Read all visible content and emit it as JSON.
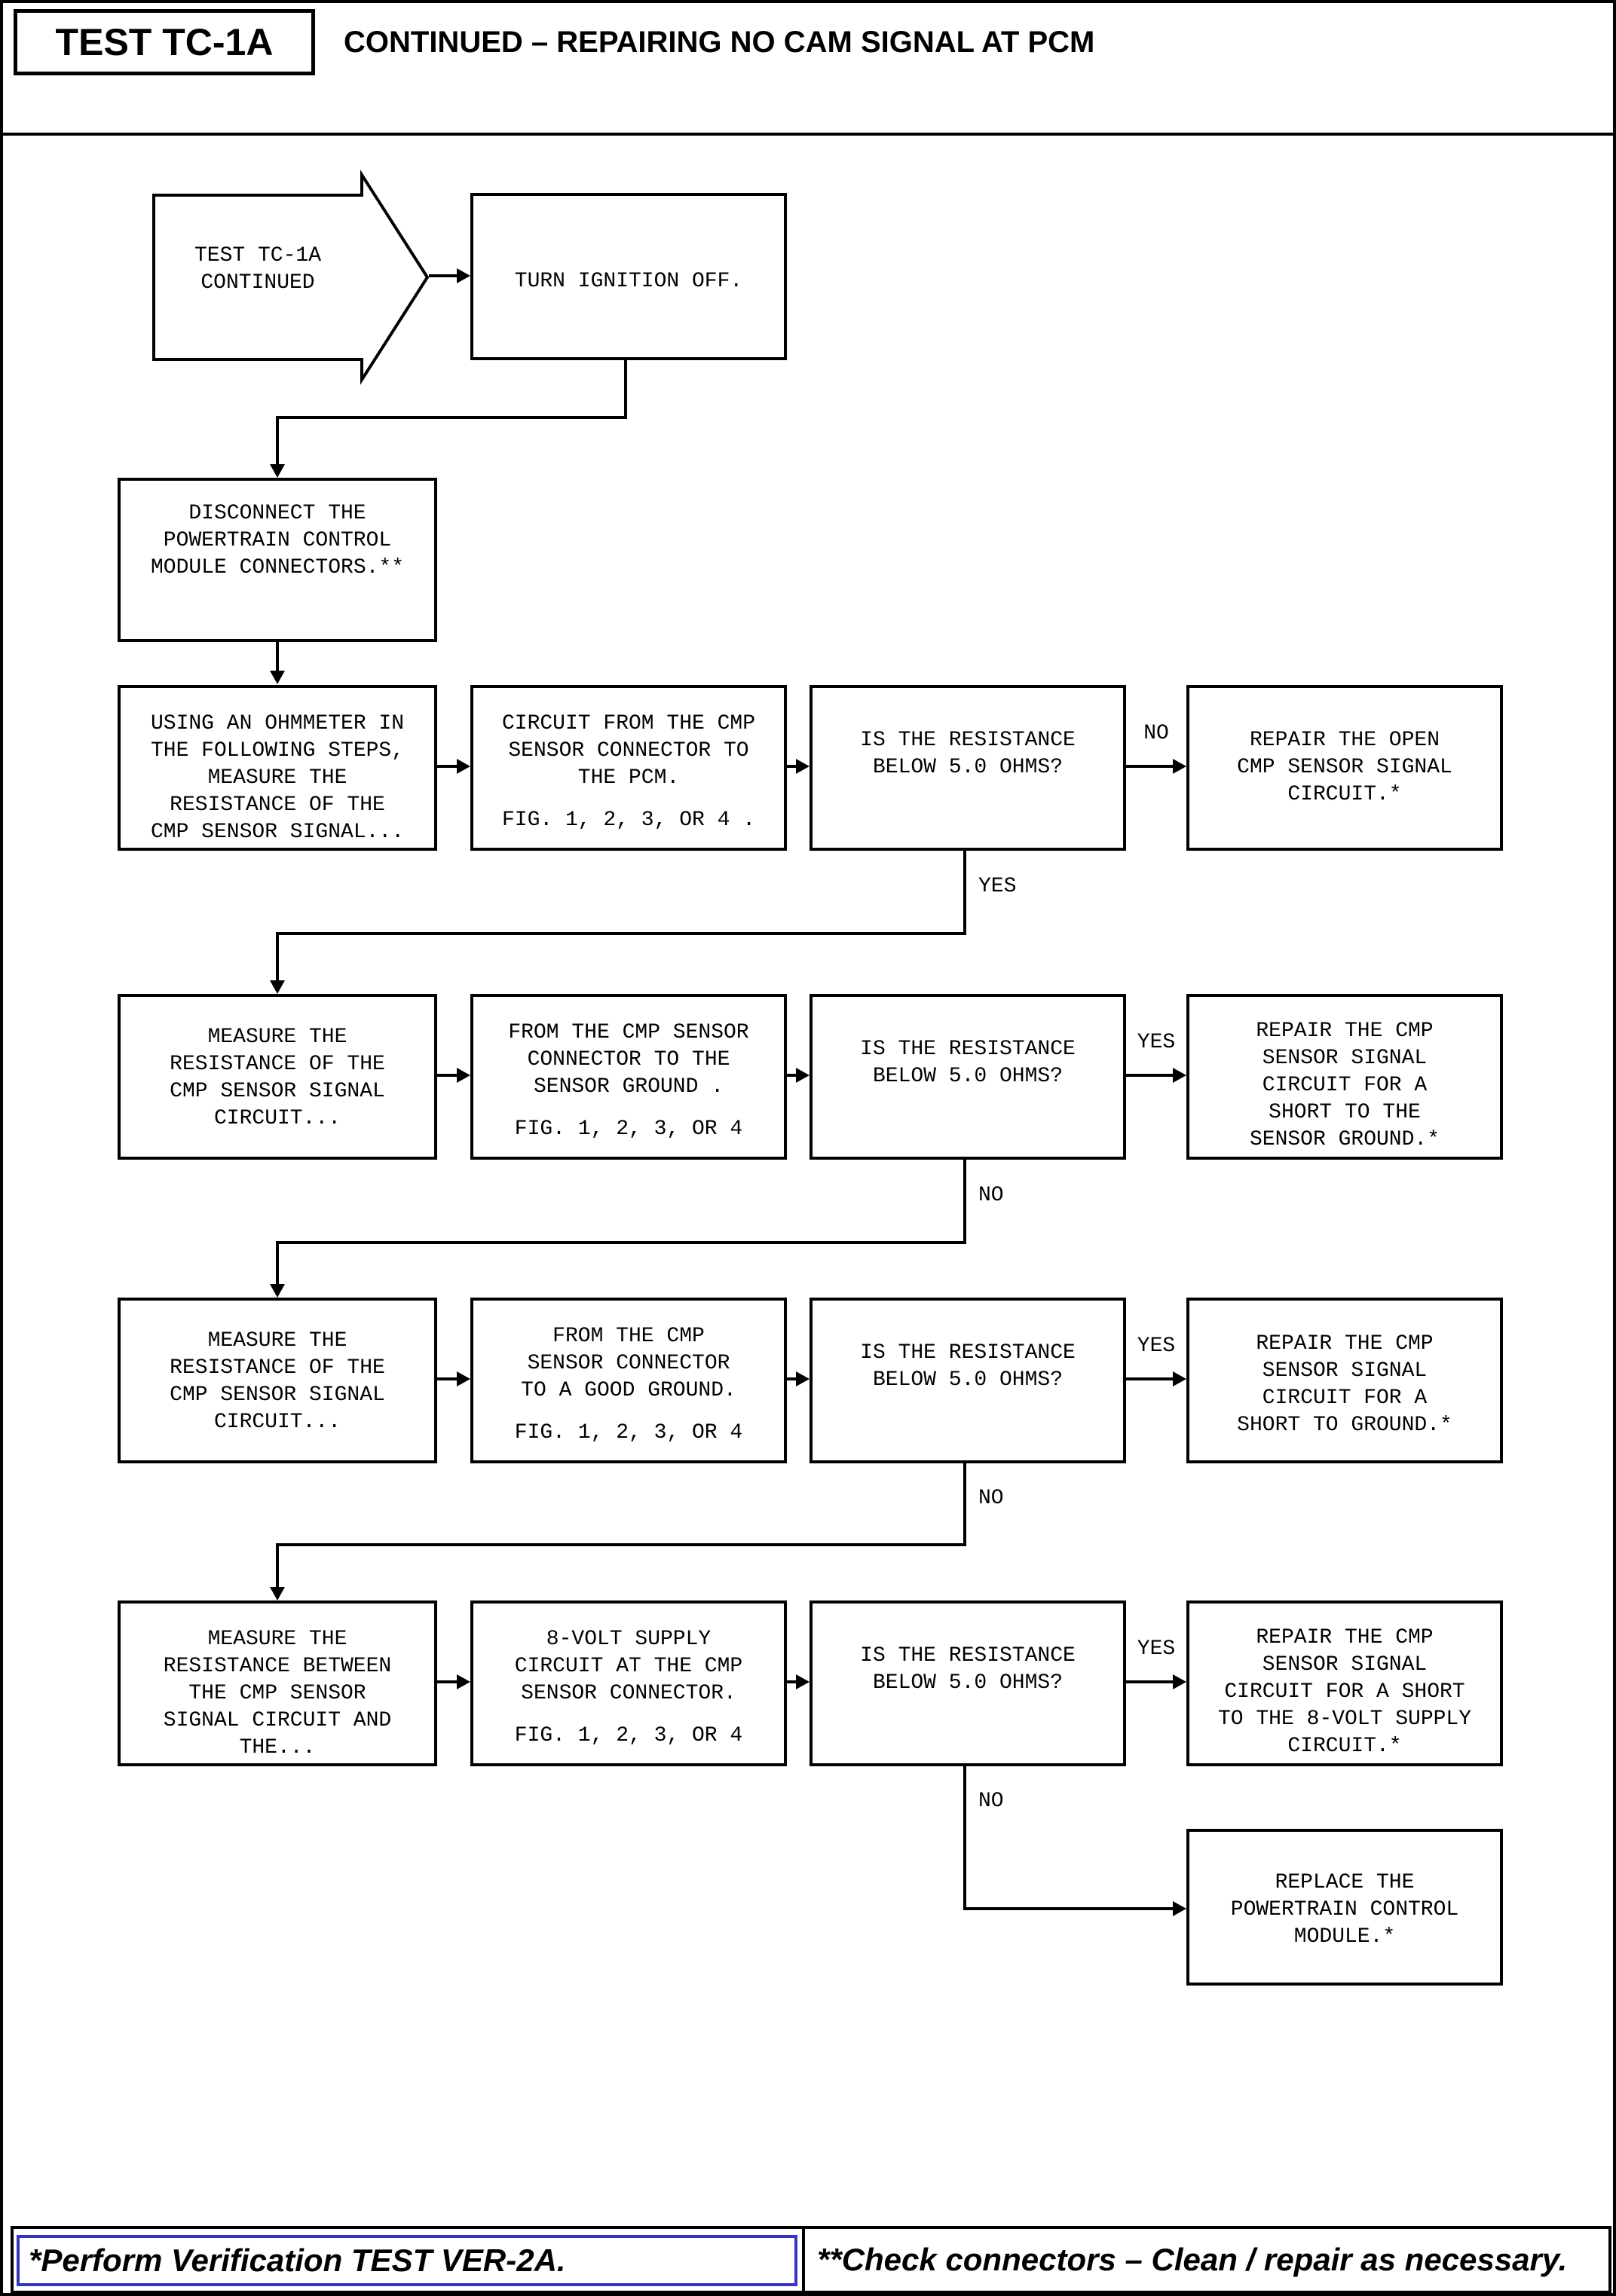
{
  "header": {
    "test_id": "TEST TC-1A",
    "title": "CONTINUED – REPAIRING NO CAM SIGNAL AT PCM"
  },
  "start": {
    "label": "TEST TC-1A\nCONTINUED"
  },
  "intro": {
    "turn_ignition": "TURN IGNITION OFF.",
    "disconnect": "DISCONNECT THE\nPOWERTRAIN CONTROL\nMODULE CONNECTORS.**"
  },
  "rows": [
    {
      "measure": "USING AN OHMMETER IN\nTHE FOLLOWING STEPS,\nMEASURE THE\nRESISTANCE OF THE\nCMP SENSOR SIGNAL...",
      "detail": "CIRCUIT FROM THE CMP\nSENSOR CONNECTOR TO\nTHE PCM.",
      "fig": "FIG. 1, 2, 3, OR 4 .",
      "question": "IS THE RESISTANCE\nBELOW 5.0 OHMS?",
      "branch_label": "NO",
      "action": "REPAIR THE OPEN\nCMP SENSOR SIGNAL\nCIRCUIT.*",
      "drop_label": "YES"
    },
    {
      "measure": "MEASURE THE\nRESISTANCE OF THE\nCMP SENSOR SIGNAL\nCIRCUIT...",
      "detail": "FROM THE CMP SENSOR\nCONNECTOR TO THE\nSENSOR GROUND .",
      "fig": "FIG. 1, 2, 3, OR 4",
      "question": "IS THE RESISTANCE\nBELOW 5.0 OHMS?",
      "branch_label": "YES",
      "action": "REPAIR THE CMP\nSENSOR SIGNAL\nCIRCUIT FOR A\nSHORT TO THE\nSENSOR GROUND.*",
      "drop_label": "NO"
    },
    {
      "measure": "MEASURE THE\nRESISTANCE OF THE\nCMP SENSOR SIGNAL\nCIRCUIT...",
      "detail": "FROM THE CMP\nSENSOR CONNECTOR\nTO A GOOD GROUND.",
      "fig": "FIG. 1, 2, 3, OR 4",
      "question": "IS THE RESISTANCE\nBELOW 5.0 OHMS?",
      "branch_label": "YES",
      "action": "REPAIR THE CMP\nSENSOR SIGNAL\nCIRCUIT FOR A\nSHORT TO GROUND.*",
      "drop_label": "NO"
    },
    {
      "measure": "MEASURE THE\nRESISTANCE BETWEEN\nTHE CMP SENSOR\nSIGNAL CIRCUIT AND\nTHE...",
      "detail": "8-VOLT SUPPLY\nCIRCUIT AT THE CMP\nSENSOR CONNECTOR.",
      "fig": "FIG. 1, 2, 3, OR 4",
      "question": "IS THE RESISTANCE\nBELOW 5.0 OHMS?",
      "branch_label": "YES",
      "action": "REPAIR THE CMP\nSENSOR SIGNAL\nCIRCUIT FOR A SHORT\nTO THE 8-VOLT SUPPLY\nCIRCUIT.*",
      "drop_label": "NO"
    }
  ],
  "final": {
    "action": "REPLACE THE\nPOWERTRAIN CONTROL\nMODULE.*"
  },
  "footer": {
    "left": "*Perform Verification TEST VER-2A.",
    "right": "**Check connectors – Clean / repair as necessary.",
    "link_color": "#3435c0"
  }
}
